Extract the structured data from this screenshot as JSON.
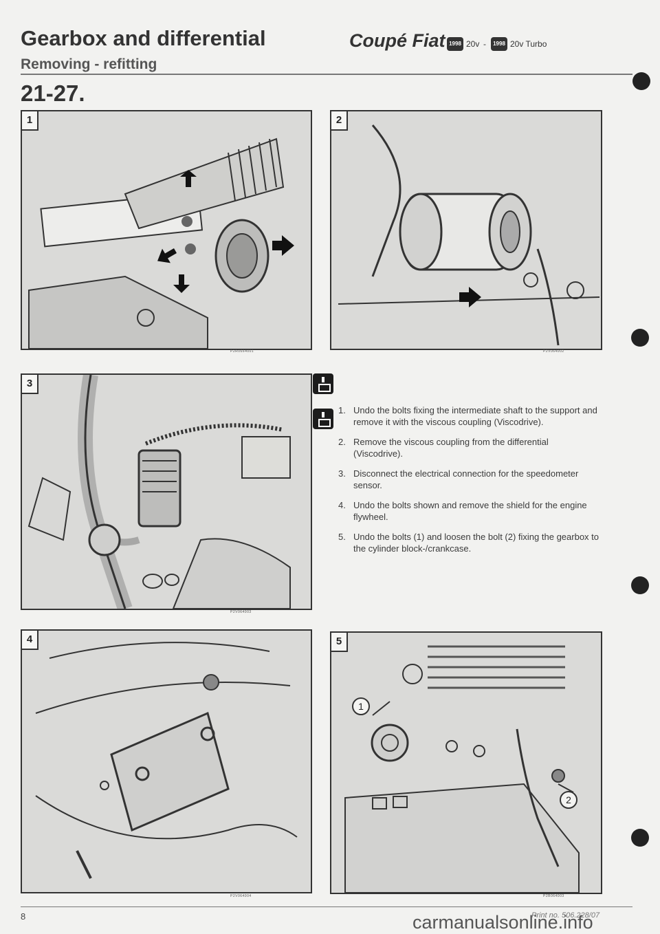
{
  "header": {
    "title": "Gearbox and differential",
    "subtitle": "Removing - refitting",
    "brand": "Coupé Fiat",
    "variant_a": "20v",
    "variant_sep": "-",
    "variant_b": "20v Turbo"
  },
  "section": "21-27.",
  "figures": [
    {
      "num": "1",
      "code": "P2R0664001"
    },
    {
      "num": "2",
      "code": "P2V064002"
    },
    {
      "num": "3",
      "code": "P2V064003"
    },
    {
      "num": "4",
      "code": "P2V064004"
    },
    {
      "num": "5",
      "code": "P2B064003"
    }
  ],
  "callouts": {
    "one": "1",
    "two": "2"
  },
  "steps": [
    {
      "num": "1.",
      "text": "Undo the bolts fixing the intermediate shaft to the support and remove it with the viscous coupling (Viscodrive)."
    },
    {
      "num": "2.",
      "text": "Remove the viscous coupling from the differential (Viscodrive)."
    },
    {
      "num": "3.",
      "text": "Disconnect the electrical connection for the speedometer sensor."
    },
    {
      "num": "4.",
      "text": "Undo the bolts shown and remove the shield for the engine flywheel."
    },
    {
      "num": "5.",
      "text": "Undo the bolts (1) and loosen the bolt (2) fixing the gearbox to the cylinder block-/crankcase."
    }
  ],
  "icons": [
    "removal-icon",
    "refitting-icon"
  ],
  "footer": {
    "page": "8",
    "print_no": "Print no. 506.228/07",
    "watermark": "carmanualsonline.info"
  }
}
